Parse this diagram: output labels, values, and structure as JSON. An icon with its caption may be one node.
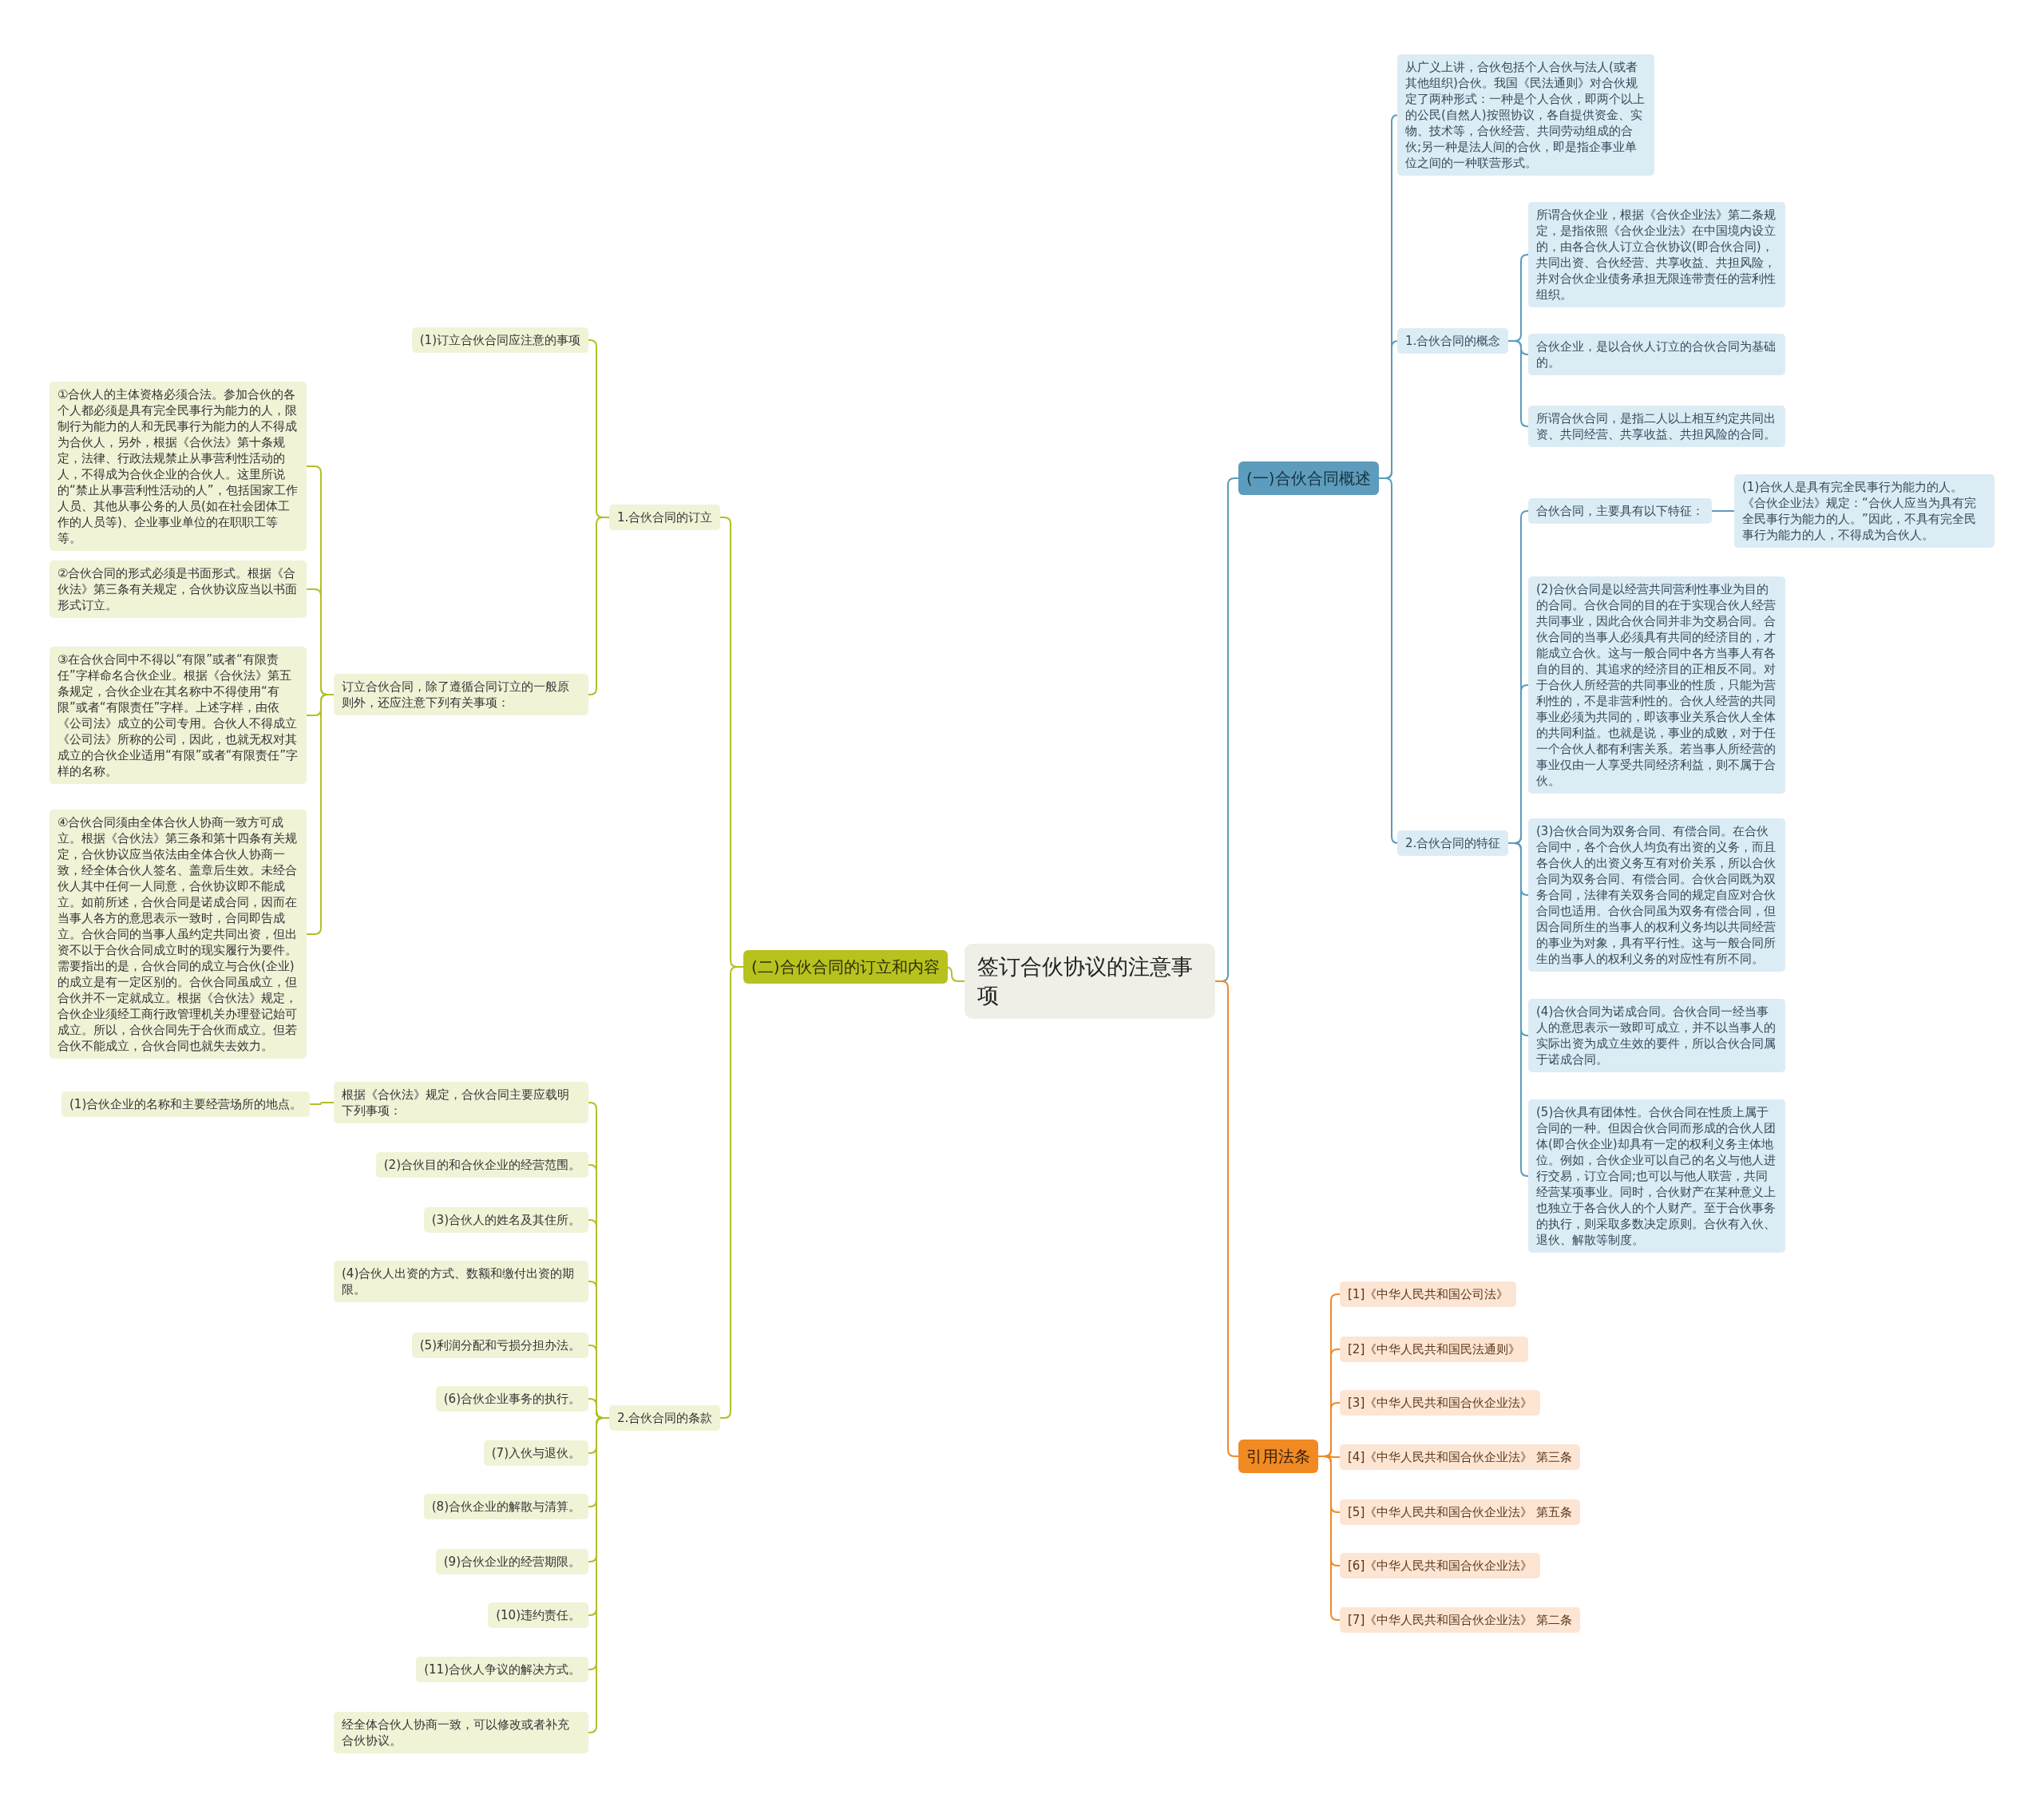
{
  "diagram": {
    "nodes": [
      {
        "text": [
          "签订合伙协议的注意事项"
        ]
      },
      {
        "text": [
          "(一)合伙合同概述"
        ]
      },
      {
        "text": [
          "从广义上讲，合伙包括个人合伙与法人(或者其他组织)合伙。我国《民法通则》对合伙规定了两种形式：一种是个人合伙，即两个以上的公民(自然人)按照协议，各自提供资金、实物、技术等，合伙经营、共同劳动组成的合伙;另一种是法人间的合伙，即是指企事业单位之间的一种联营形式。"
        ]
      },
      {
        "text": [
          "1.合伙合同的概念"
        ]
      },
      {
        "text": [
          "所谓合伙企业，根据《合伙企业法》第二条规定，是指依照《合伙企业法》在中国境内设立的，由各合伙人订立合伙协议(即合伙合同)，共同出资、合伙经营、共享收益、共担风险，并对合伙企业债务承担无限连带责任的营利性组织。"
        ]
      },
      {
        "text": [
          "合伙企业，是以合伙人订立的合伙合同为基础的。"
        ]
      },
      {
        "text": [
          "所谓合伙合同，是指二人以上相互约定共同出资、共同经营、共享收益、共担风险的合同。"
        ]
      },
      {
        "text": [
          "2.合伙合同的特征"
        ]
      },
      {
        "text": [
          "合伙合同，主要具有以下特征："
        ]
      },
      {
        "text": [
          "(1)合伙人是具有完全民事行为能力的人。《合伙企业法》规定：“合伙人应当为具有完全民事行为能力的人。”因此，不具有完全民事行为能力的人，不得成为合伙人。"
        ]
      },
      {
        "text": [
          "(2)合伙合同是以经营共同营利性事业为目的的合同。合伙合同的目的在于实现合伙人经营共同事业，因此合伙合同并非为交易合同。合伙合同的当事人必须具有共同的经济目的，才能成立合伙。这与一般合同中各方当事人有各自的目的、其追求的经济目的正相反不同。对于合伙人所经营的共同事业的性质，只能为营利性的，不是非营利性的。合伙人经营的共同事业必须为共同的，即该事业关系合伙人全体的共同利益。也就是说，事业的成败，对于任一个合伙人都有利害关系。若当事人所经营的事业仅由一人享受共同经济利益，则不属于合伙。"
        ]
      },
      {
        "text": [
          "(3)合伙合同为双务合同、有偿合同。在合伙合同中，各个合伙人均负有出资的义务，而且各合伙人的出资义务互有对价关系，所以合伙合同为双务合同、有偿合同。合伙合同既为双务合同，法律有关双务合同的规定自应对合伙合同也适用。合伙合同虽为双务有偿合同，但因合同所生的当事人的权利义务均以共同经营的事业为对象，具有平行性。这与一般合同所生的当事人的权利义务的对应性有所不同。"
        ]
      },
      {
        "text": [
          "(4)合伙合同为诺成合同。合伙合同一经当事人的意思表示一致即可成立，并不以当事人的实际出资为成立生效的要件，所以合伙合同属于诺成合同。"
        ]
      },
      {
        "text": [
          "(5)合伙具有团体性。合伙合同在性质上属于合同的一种。但因合伙合同而形成的合伙人团体(即合伙企业)却具有一定的权利义务主体地位。例如，合伙企业可以自己的名义与他人进行交易，订立合同;也可以与他人联营，共同经营某项事业。同时，合伙财产在某种意义上也独立于各合伙人的个人财产。至于合伙事务的执行，则采取多数决定原则。合伙有入伙、退伙、解散等制度。"
        ]
      },
      {
        "text": [
          "引用法条"
        ]
      },
      {
        "text": [
          "[1]《中华人民共和国公司法》"
        ]
      },
      {
        "text": [
          "[2]《中华人民共和国民法通则》"
        ]
      },
      {
        "text": [
          "[3]《中华人民共和国合伙企业法》"
        ]
      },
      {
        "text": [
          "[4]《中华人民共和国合伙企业法》 第三条"
        ]
      },
      {
        "text": [
          "[5]《中华人民共和国合伙企业法》 第五条"
        ]
      },
      {
        "text": [
          "[6]《中华人民共和国合伙企业法》"
        ]
      },
      {
        "text": [
          "[7]《中华人民共和国合伙企业法》 第二条"
        ]
      },
      {
        "text": [
          "(二)合伙合同的订立和内容"
        ]
      },
      {
        "text": [
          "1.合伙合同的订立"
        ]
      },
      {
        "text": [
          "(1)订立合伙合同应注意的事项"
        ]
      },
      {
        "text": [
          "订立合伙合同，除了遵循合同订立的一般原则外，还应注意下列有关事项："
        ]
      },
      {
        "text": [
          "①合伙人的主体资格必须合法。参加合伙的各个人都必须是具有完全民事行为能力的人，限制行为能力的人和无民事行为能力的人不得成为合伙人，另外，根据《合伙法》第十条规定，法律、行政法规禁止从事营利性活动的人，不得成为合伙企业的合伙人。这里所说的“禁止从事营利性活动的人”，包括国家工作人员、其他从事公务的人员(如在社会团体工作的人员等)、企业事业单位的在职职工等等。"
        ]
      },
      {
        "text": [
          "②合伙合同的形式必须是书面形式。根据《合伙法》第三条有关规定，合伙协议应当以书面形式订立。"
        ]
      },
      {
        "text": [
          "③在合伙合同中不得以“有限”或者“有限责任”字样命名合伙企业。根据《合伙法》第五条规定，合伙企业在其名称中不得使用“有限”或者“有限责任”字样。上述字样，由依《公司法》成立的公司专用。合伙人不得成立《公司法》所称的公司，因此，也就无权对其成立的合伙企业适用“有限”或者“有限责任”字样的名称。"
        ]
      },
      {
        "text": [
          "④合伙合同须由全体合伙人协商一致方可成立。根据《合伙法》第三条和第十四条有关规定，合伙协议应当依法由全体合伙人协商一致，经全体合伙人签名、盖章后生效。未经合伙人其中任何一人同意，合伙协议即不能成立。如前所述，合伙合同是诺成合同，因而在当事人各方的意思表示一致时，合同即告成立。合伙合同的当事人虽约定共同出资，但出资不以于合伙合同成立时的现实履行为要件。需要指出的是，合伙合同的成立与合伙(企业)的成立是有一定区别的。合伙合同虽成立，但合伙并不一定就成立。根据《合伙法》规定，合伙企业须经工商行政管理机关办理登记始可成立。所以，合伙合同先于合伙而成立。但若合伙不能成立，合伙合同也就失去效力。"
        ]
      },
      {
        "text": [
          "2.合伙合同的条款"
        ]
      },
      {
        "text": [
          "根据《合伙法》规定，合伙合同主要应载明下列事项："
        ]
      },
      {
        "text": [
          "(1)合伙企业的名称和主要经营场所的地点。"
        ]
      },
      {
        "text": [
          "(2)合伙目的和合伙企业的经营范围。"
        ]
      },
      {
        "text": [
          "(3)合伙人的姓名及其住所。"
        ]
      },
      {
        "text": [
          "(4)合伙人出资的方式、数额和缴付出资的期限。"
        ]
      },
      {
        "text": [
          "(5)利润分配和亏损分担办法。"
        ]
      },
      {
        "text": [
          "(6)合伙企业事务的执行。"
        ]
      },
      {
        "text": [
          "(7)入伙与退伙。"
        ]
      },
      {
        "text": [
          "(8)合伙企业的解散与清算。"
        ]
      },
      {
        "text": [
          "(9)合伙企业的经营期限。"
        ]
      },
      {
        "text": [
          "(10)违约责任。"
        ]
      },
      {
        "text": [
          "(11)合伙人争议的解决方式。"
        ]
      },
      {
        "text": [
          "经全体合伙人协商一致，可以修改或者补充合伙协议。"
        ]
      }
    ],
    "edges": [
      {
        "from": 0,
        "to": 1,
        "arrow": "none",
        "color": "#5b9cbd"
      },
      {
        "from": 1,
        "to": 2,
        "arrow": "none",
        "color": "#5b9cbd"
      },
      {
        "from": 1,
        "to": 3,
        "arrow": "none",
        "color": "#5b9cbd"
      },
      {
        "from": 1,
        "to": 7,
        "arrow": "none",
        "color": "#5b9cbd"
      },
      {
        "from": 3,
        "to": 4,
        "arrow": "none",
        "color": "#5b9cbd"
      },
      {
        "from": 3,
        "to": 5,
        "arrow": "none",
        "color": "#5b9cbd"
      },
      {
        "from": 3,
        "to": 6,
        "arrow": "none",
        "color": "#5b9cbd"
      },
      {
        "from": 7,
        "to": 8,
        "arrow": "none",
        "color": "#5b9cbd"
      },
      {
        "from": 8,
        "to": 9,
        "arrow": "none",
        "color": "#5b9cbd"
      },
      {
        "from": 7,
        "to": 10,
        "arrow": "none",
        "color": "#5b9cbd"
      },
      {
        "from": 7,
        "to": 11,
        "arrow": "none",
        "color": "#5b9cbd"
      },
      {
        "from": 7,
        "to": 12,
        "arrow": "none",
        "color": "#5b9cbd"
      },
      {
        "from": 7,
        "to": 13,
        "arrow": "none",
        "color": "#5b9cbd"
      },
      {
        "from": 0,
        "to": 14,
        "arrow": "none",
        "color": "#ee8a2a"
      },
      {
        "from": 14,
        "to": 15,
        "arrow": "none",
        "color": "#ee8a2a"
      },
      {
        "from": 14,
        "to": 16,
        "arrow": "none",
        "color": "#ee8a2a"
      },
      {
        "from": 14,
        "to": 17,
        "arrow": "none",
        "color": "#ee8a2a"
      },
      {
        "from": 14,
        "to": 18,
        "arrow": "none",
        "color": "#ee8a2a"
      },
      {
        "from": 14,
        "to": 19,
        "arrow": "none",
        "color": "#ee8a2a"
      },
      {
        "from": 14,
        "to": 20,
        "arrow": "none",
        "color": "#ee8a2a"
      },
      {
        "from": 14,
        "to": 21,
        "arrow": "none",
        "color": "#ee8a2a"
      },
      {
        "from": 0,
        "to": 22,
        "arrow": "none"
      },
      {
        "from": 22,
        "to": 23,
        "arrow": "none"
      },
      {
        "from": 22,
        "to": 30,
        "arrow": "none"
      },
      {
        "from": 23,
        "to": 24,
        "arrow": "none"
      },
      {
        "from": 23,
        "to": 25,
        "arrow": "none"
      },
      {
        "from": 25,
        "to": 26,
        "arrow": "none"
      },
      {
        "from": 25,
        "to": 27,
        "arrow": "none"
      },
      {
        "from": 25,
        "to": 28,
        "arrow": "none"
      },
      {
        "from": 25,
        "to": 29,
        "arrow": "none"
      },
      {
        "from": 30,
        "to": 31,
        "arrow": "none"
      },
      {
        "from": 31,
        "to": 32,
        "arrow": "none"
      },
      {
        "from": 30,
        "to": 33,
        "arrow": "none"
      },
      {
        "from": 30,
        "to": 34,
        "arrow": "none"
      },
      {
        "from": 30,
        "to": 35,
        "arrow": "none"
      },
      {
        "from": 30,
        "to": 36,
        "arrow": "none"
      },
      {
        "from": 30,
        "to": 37,
        "arrow": "none"
      },
      {
        "from": 30,
        "to": 38,
        "arrow": "none"
      },
      {
        "from": 30,
        "to": 39,
        "arrow": "none"
      },
      {
        "from": 30,
        "to": 40,
        "arrow": "none"
      },
      {
        "from": 30,
        "to": 41,
        "arrow": "none"
      },
      {
        "from": 30,
        "to": 42,
        "arrow": "none"
      },
      {
        "from": 30,
        "to": 43,
        "arrow": "none"
      }
    ]
  }
}
